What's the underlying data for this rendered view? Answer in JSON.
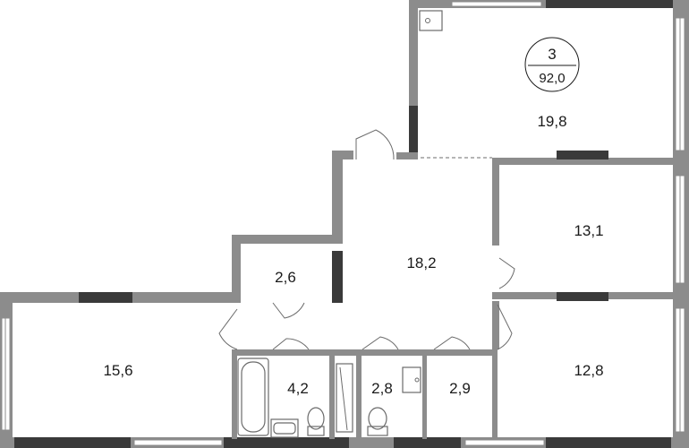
{
  "apartment": {
    "rooms_count": "3",
    "total_area": "92,0"
  },
  "rooms": [
    {
      "id": "bedroom-top-right",
      "area": "19,8"
    },
    {
      "id": "bedroom-middle-right",
      "area": "13,1"
    },
    {
      "id": "bedroom-bottom-right",
      "area": "12,8"
    },
    {
      "id": "hall",
      "area": "18,2"
    },
    {
      "id": "storage",
      "area": "2,6"
    },
    {
      "id": "living-left",
      "area": "15,6"
    },
    {
      "id": "bathroom",
      "area": "4,2"
    },
    {
      "id": "toilet",
      "area": "2,8"
    },
    {
      "id": "utility",
      "area": "2,9"
    }
  ]
}
